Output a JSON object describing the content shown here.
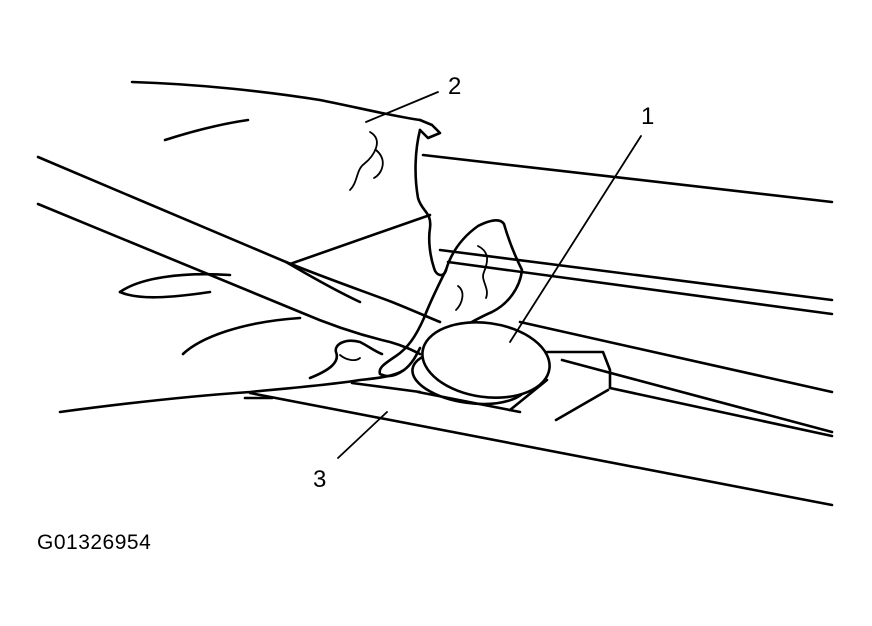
{
  "callouts": [
    {
      "id": "1",
      "label": "1"
    },
    {
      "id": "2",
      "label": "2"
    },
    {
      "id": "3",
      "label": "3"
    }
  ],
  "figure_id": "G01326954"
}
